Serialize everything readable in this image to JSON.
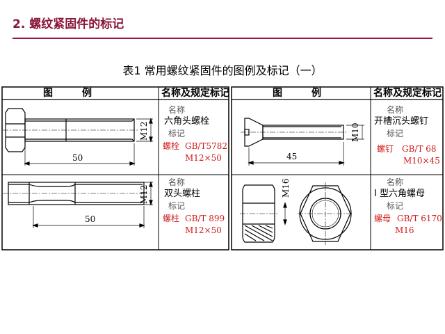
{
  "header": {
    "title": "2. 螺纹紧固件的标记"
  },
  "caption": "表1  常用螺纹紧固件的图例及标记（一）",
  "table": {
    "headers": {
      "figure": "图　　　例",
      "name_mark": "名称及规定标记"
    },
    "items": [
      {
        "label_name": "名称",
        "name": "六角头螺栓",
        "label_mark": "标记",
        "mark_type": "螺栓",
        "mark_std": "GB/T5782",
        "mark_size": "M12×50",
        "dim_thread": "M12",
        "dim_length": "50"
      },
      {
        "label_name": "名称",
        "name": "双头螺柱",
        "label_mark": "标记",
        "mark_type": "螺柱",
        "mark_std": "GB/T 899",
        "mark_size": "M12×50",
        "dim_thread": "M12",
        "dim_length": "50"
      },
      {
        "label_name": "名称",
        "name": "开槽沉头螺钉",
        "label_mark": "标记",
        "mark_type": "螺钉",
        "mark_std": "GB/T 68",
        "mark_size": "M10×45",
        "dim_thread": "M10",
        "dim_length": "45"
      },
      {
        "label_name": "名称",
        "name": "I 型六角螺母",
        "label_mark": "标记",
        "mark_type": "螺母",
        "mark_std": "GB/T 6170",
        "mark_size": "M16",
        "dim_thread": "M16"
      }
    ]
  },
  "colors": {
    "accent": "#8a1538",
    "mark_red": "#d01818"
  }
}
